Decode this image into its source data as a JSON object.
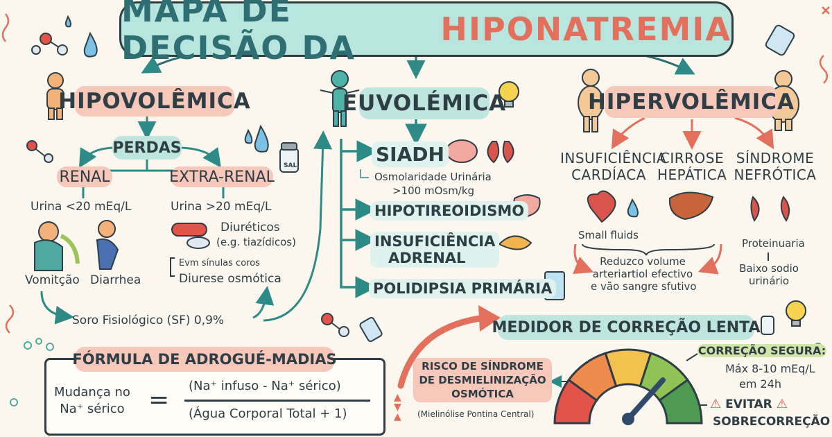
{
  "title": {
    "part1": "MAPA DE DECISÃO DA",
    "part2": "HIPONATREMIA"
  },
  "hypo": {
    "heading": "HIPOVOLÊMICA",
    "losses": "PERDAS",
    "renal": "RENAL",
    "extra_renal": "EXTRA-RENAL",
    "urine_low": "Urina <20 mEq/L",
    "urine_high": "Urina >20 mEq/L",
    "vomit": "Vomitção",
    "diarrhea": "Diarrhea",
    "diuretics": "Diuréticos",
    "diuretics_eg": "(e.g. tiazídicos)",
    "small1": "Evm sínulas coros",
    "osmotic": "Diurese osmótica",
    "salt_label": "SAL",
    "saline": "Soro Fisiológico (SF) 0,9%"
  },
  "euvo": {
    "heading": "EUVOLÉMICA",
    "siadh": "SIADH",
    "osm1": "Osmolaridade Urinária",
    "osm2": ">100 mOsm/kg",
    "hypothyroid": "HIPOTIREOIDISMO",
    "adrenal1": "INSUFICIÊNCIA",
    "adrenal2": "ADRENAL",
    "polydipsia": "POLIDIPSIA PRIMÁRIA"
  },
  "hyper": {
    "heading": "HIPERVOLÊMICA",
    "cardiac1": "INSUFICIÊNCIA",
    "cardiac2": "CARDÍACA",
    "cirrhosis1": "CIRROSE",
    "cirrhosis2": "HEPÁTICA",
    "nephrotic1": "SÍNDROME",
    "nephrotic2": "NEFRÓTICA",
    "small_fluids": "Small fluids",
    "reduced1": "Reduzco volume",
    "reduced2": "arteriartiol efectivo",
    "reduced3": "e vão sangre sfutivo",
    "proteinuria": "Proteinuaria",
    "low_sodium1": "Baixo sodio",
    "low_sodium2": "urinário"
  },
  "formula": {
    "title": "FÓRMULA DE ADROGUÉ-MADIAS",
    "lhs1": "Mudança no",
    "lhs2": "Na⁺ sérico",
    "equals": "=",
    "numerator": "(Na⁺ infuso - Na⁺ sérico)",
    "denominator": "(Água Corporal Total + 1)"
  },
  "meter": {
    "title": "MEDIDOR DE CORREÇÃO LENTA",
    "risk1": "RISCO DE SÍNDROME",
    "risk2": "DE DESMIELINIZAÇÃO",
    "risk3": "OSMÓTICA",
    "risk_note": "(Mielinólise Pontina Central)",
    "safe_title": "CORREÇÃO SEGURA:",
    "safe1": "Máx 8-10 mEq/L",
    "safe2": "em 24h",
    "avoid1": "EVITAR",
    "avoid2": "SOBRECORREÇÃO",
    "gauge_colors": [
      "#e2544a",
      "#ef8a4d",
      "#f2c14e",
      "#8fc356",
      "#4e9a53"
    ]
  },
  "colors": {
    "teal": "#2d6f73",
    "red": "#e2705d",
    "pill_red": "#f6c8ba",
    "pill_teal": "#bfe6de"
  }
}
